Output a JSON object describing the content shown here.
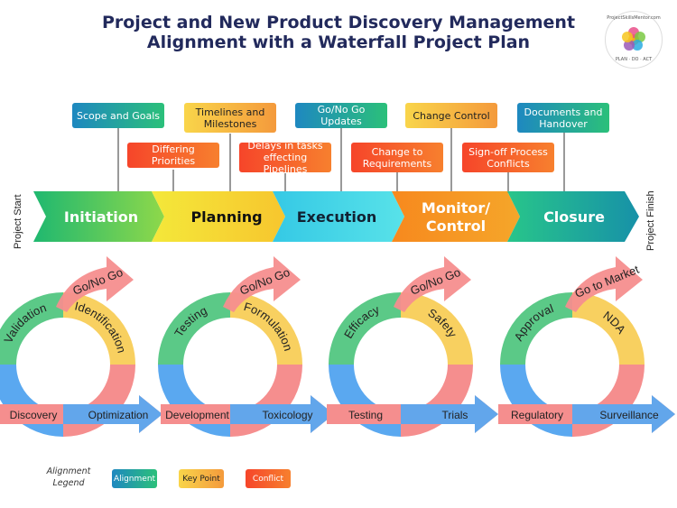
{
  "title": {
    "line1": "Project and New Product Discovery Management",
    "line2": "Alignment with a Waterfall Project Plan"
  },
  "logo": {
    "top_text": "ProjectSkillsMentor.com",
    "bottom_text": "PLAN · DO · ACT",
    "icon": "pinwheel-icon"
  },
  "side_labels": {
    "start": "Project Start",
    "finish": "Project Finish"
  },
  "phases": [
    "Initiation",
    "Planning",
    "Execution",
    "Monitor/ Control",
    "Closure"
  ],
  "callouts": {
    "top_row": [
      "Scope and Goals",
      "Timelines and Milestones",
      "Go/No Go Updates",
      "Change Control",
      "Documents and Handover"
    ],
    "bottom_row": [
      "Differing Priorities",
      "Delays in tasks effecting Pipelines",
      "Change to Requirements",
      "Sign-off Process Conflicts"
    ]
  },
  "cycles": [
    {
      "go": "Go/No Go",
      "left": "Validation",
      "right": "Identification",
      "bottom_left": "Discovery",
      "bottom_right": "Optimization"
    },
    {
      "go": "Go/No Go",
      "left": "Testing",
      "right": "Formulation",
      "bottom_left": "Development",
      "bottom_right": "Toxicology"
    },
    {
      "go": "Go/No Go",
      "left": "Efficacy",
      "right": "Safety",
      "bottom_left": "Testing",
      "bottom_right": "Trials"
    },
    {
      "go": "Go to Market",
      "left": "Approval",
      "right": "NDA",
      "bottom_left": "Regulatory",
      "bottom_right": "Surveillance"
    }
  ],
  "legend": {
    "title": "Alignment Legend",
    "items": [
      "Alignment",
      "Key Point",
      "Conflict"
    ]
  },
  "colors": {
    "title": "#222a5c",
    "alignment": "#17a4a0",
    "key_point": "#f8c24a",
    "conflict": "#f03b22",
    "initiation": "#3cc24e",
    "planning": "#f4e23a",
    "execution": "#3fd6e8",
    "monitor": "#f77a22",
    "closure": "#17a79e",
    "ring_green": "#5bc987",
    "ring_yellow": "#f8d060",
    "ring_red": "#f58e8e",
    "ring_blue": "#5aa8f0"
  }
}
